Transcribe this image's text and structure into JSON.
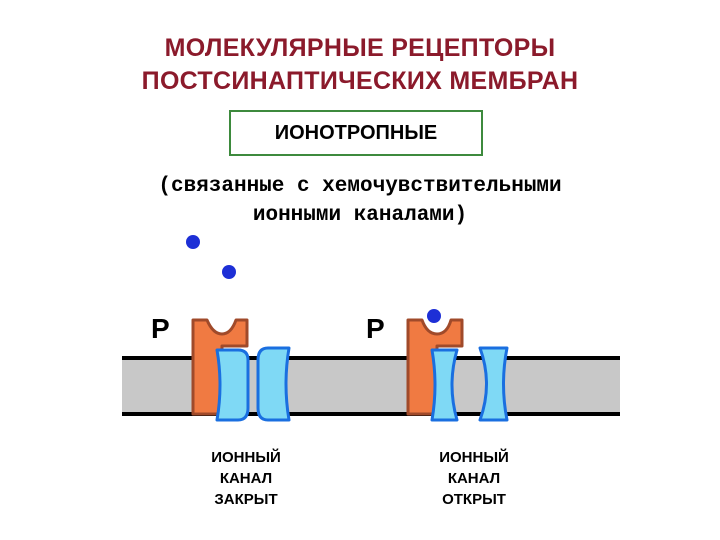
{
  "title": {
    "line1": "МОЛЕКУЛЯРНЫЕ РЕЦЕПТОРЫ",
    "line2": "ПОСТСИНАПТИЧЕСКИХ МЕМБРАН"
  },
  "box_label": "ИОНОТРОПНЫЕ",
  "subtitle": {
    "line1": "(связанные с хемочувствительными",
    "line2": "ионными каналами)"
  },
  "receptors": [
    {
      "marker": "P",
      "label_lines": [
        "ИОННЫЙ",
        "КАНАЛ",
        "ЗАКРЫТ"
      ],
      "state": "closed"
    },
    {
      "marker": "P",
      "label_lines": [
        "ИОННЫЙ",
        "КАНАЛ",
        "ОТКРЫТ"
      ],
      "state": "open"
    }
  ],
  "colors": {
    "title": "#8b1a2b",
    "box_border": "#3d8a3d",
    "membrane": "#c8c8c8",
    "membrane_edge": "#000000",
    "receptor": "#f07a42",
    "receptor_edge": "#a04a2a",
    "channel": "#7fd9f5",
    "channel_edge": "#1a6fe0",
    "ligand": "#1d2fd6"
  }
}
